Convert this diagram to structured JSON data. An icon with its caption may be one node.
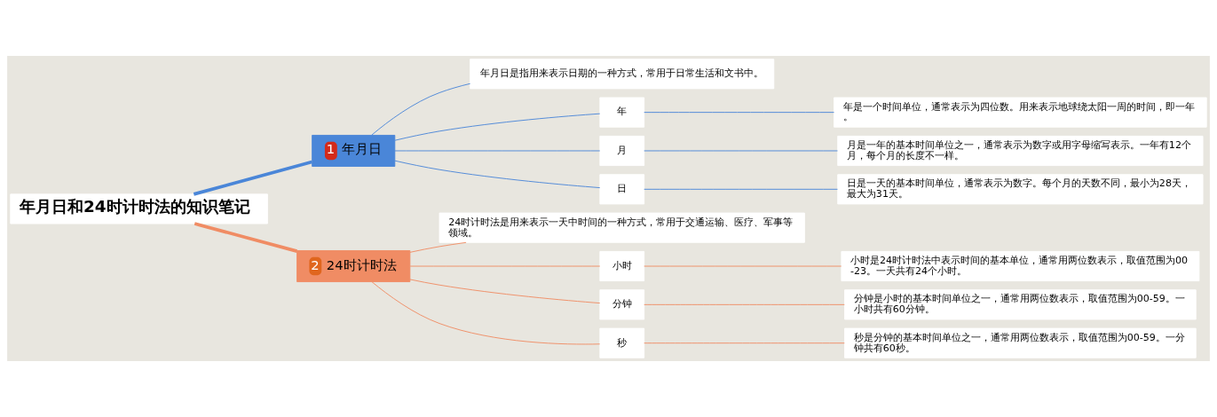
{
  "diagram": {
    "nodes": [
      {
        "text": [
          "年月日和24时计时法的知识笔记"
        ]
      },
      {
        "text": [
          "1",
          "年月日"
        ]
      },
      {
        "text": [
          "年月日是指用来表示日期的一种方式，常用于日常生活和文书中。"
        ]
      },
      {
        "text": [
          "年"
        ]
      },
      {
        "text": [
          "年是一个时间单位，通常表示为四位数。用来表示地球绕太阳一周的时间，即一年。"
        ]
      },
      {
        "text": [
          "月"
        ]
      },
      {
        "text": [
          "月是一年的基本时间单位之一，通常表示为数字或用字母缩写表示。一年有12个月，每个月的长度不一样。"
        ]
      },
      {
        "text": [
          "日"
        ]
      },
      {
        "text": [
          "日是一天的基本时间单位，通常表示为数字。每个月的天数不同，最小为28天，最大为31天。"
        ]
      },
      {
        "text": [
          "2",
          "24时计时法"
        ]
      },
      {
        "text": [
          "24时计时法是用来表示一天中时间的一种方式，常用于交通运输、医疗、军事等领域。"
        ]
      },
      {
        "text": [
          "小时"
        ]
      },
      {
        "text": [
          "小时是24时计时法中表示时间的基本单位，通常用两位数表示，取值范围为00-23。一天共有24个小时。"
        ]
      },
      {
        "text": [
          "分钟"
        ]
      },
      {
        "text": [
          "分钟是小时的基本时间单位之一，通常用两位数表示，取值范围为00-59。一小时共有60分钟。"
        ]
      },
      {
        "text": [
          "秒"
        ]
      },
      {
        "text": [
          "秒是分钟的基本时间单位之一，通常用两位数表示，取值范围为00-59。一分钟共有60秒。"
        ]
      }
    ],
    "edges": [
      {
        "from": 0,
        "to": 1,
        "arrow": "none",
        "style": "thick",
        "color": "#4a86d8"
      },
      {
        "from": 1,
        "to": 2,
        "arrow": "none",
        "color": "#4a86d8"
      },
      {
        "from": 1,
        "to": 3,
        "arrow": "none",
        "color": "#4a86d8"
      },
      {
        "from": 3,
        "to": 4,
        "arrow": "none",
        "color": "#4a86d8"
      },
      {
        "from": 1,
        "to": 5,
        "arrow": "none",
        "color": "#4a86d8"
      },
      {
        "from": 5,
        "to": 6,
        "arrow": "none",
        "color": "#4a86d8"
      },
      {
        "from": 1,
        "to": 7,
        "arrow": "none",
        "color": "#4a86d8"
      },
      {
        "from": 7,
        "to": 8,
        "arrow": "none",
        "color": "#4a86d8"
      },
      {
        "from": 0,
        "to": 9,
        "arrow": "none",
        "style": "thick",
        "color": "#f08c64"
      },
      {
        "from": 9,
        "to": 10,
        "arrow": "none",
        "color": "#f08c64"
      },
      {
        "from": 9,
        "to": 11,
        "arrow": "none",
        "color": "#f08c64"
      },
      {
        "from": 11,
        "to": 12,
        "arrow": "none",
        "color": "#f08c64"
      },
      {
        "from": 9,
        "to": 13,
        "arrow": "none",
        "color": "#f08c64"
      },
      {
        "from": 13,
        "to": 14,
        "arrow": "none",
        "color": "#f08c64"
      },
      {
        "from": 9,
        "to": 15,
        "arrow": "none",
        "color": "#f08c64"
      },
      {
        "from": 15,
        "to": 16,
        "arrow": "none",
        "color": "#f08c64"
      }
    ]
  }
}
